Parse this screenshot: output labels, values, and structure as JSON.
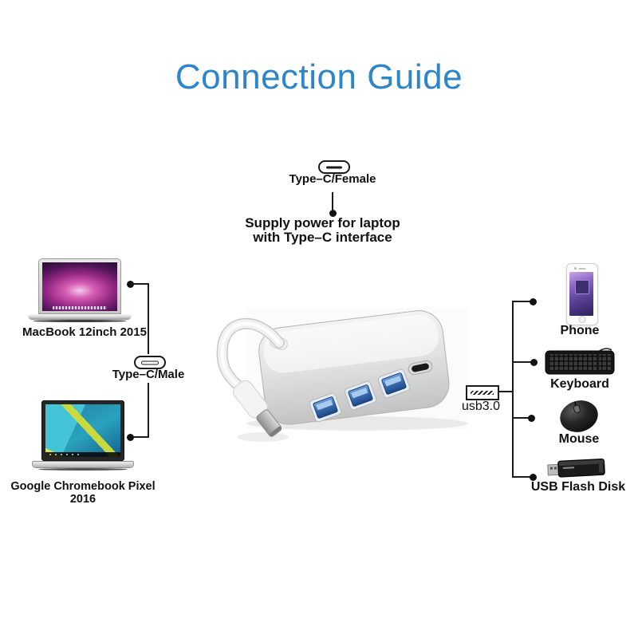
{
  "title": {
    "text": "Connection Guide",
    "color": "#2e86c8"
  },
  "top_section": {
    "connector_icon": "type-c-female-port-icon",
    "connector_label": "Type–C/Female",
    "note_line1": "Supply power for laptop",
    "note_line2": "with Type–C interface"
  },
  "left_section": {
    "macbook_label": "MacBook 12inch 2015",
    "connector_icon": "type-c-male-plug-icon",
    "connector_label": "Type–C/Male",
    "chromebook_label": "Google Chromebook Pixel 2016"
  },
  "center": {
    "product": "usb-c-hub-with-3-usb3-ports-and-type-c-port"
  },
  "usb_section": {
    "icon": "usb-a-port-icon",
    "label": "usb3.0"
  },
  "right_section": {
    "devices": [
      {
        "icon": "phone-image",
        "label": "Phone"
      },
      {
        "icon": "keyboard-image",
        "label": "Keyboard"
      },
      {
        "icon": "mouse-image",
        "label": "Mouse"
      },
      {
        "icon": "usb-flash-disk-image",
        "label": "USB Flash Disk"
      }
    ]
  },
  "colors": {
    "title_blue": "#2e86c8",
    "connector_line": "#1a1a1a",
    "usb_port_blue": "#2c5f9e",
    "hub_silver": "#d9d9d9"
  }
}
